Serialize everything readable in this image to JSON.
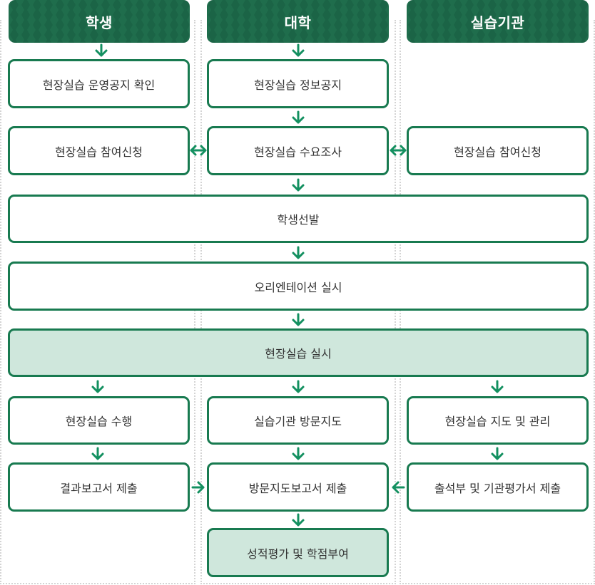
{
  "colors": {
    "header_bg": "#1b6446",
    "box_border": "#187a50",
    "arrow": "#139060",
    "highlight_bg": "#cfe7dc",
    "frame_dots": "#d4d4d4",
    "text": "#333333"
  },
  "columns": {
    "student": {
      "title": "학생"
    },
    "university": {
      "title": "대학"
    },
    "institution": {
      "title": "실습기관"
    }
  },
  "steps": {
    "student_notice": "현장실습 운영공지 확인",
    "univ_notice": "현장실습 정보공지",
    "student_apply": "현장실습 참여신청",
    "univ_survey": "현장실습 수요조사",
    "inst_apply": "현장실습 참여신청",
    "selection": "학생선발",
    "orientation": "오리엔테이션 실시",
    "practice": "현장실습 실시",
    "student_perform": "현장실습 수행",
    "univ_visit": "실습기관 방문지도",
    "inst_manage": "현장실습 지도 및 관리",
    "student_report": "결과보고서 제출",
    "univ_report": "방문지도보고서 제출",
    "inst_report": "출석부 및 기관평가서 제출",
    "grading": "성적평가 및 학점부여"
  },
  "icons": {
    "down": "arrow-down-icon",
    "right": "arrow-right-icon",
    "left": "arrow-left-icon",
    "both": "arrow-left-right-icon"
  }
}
